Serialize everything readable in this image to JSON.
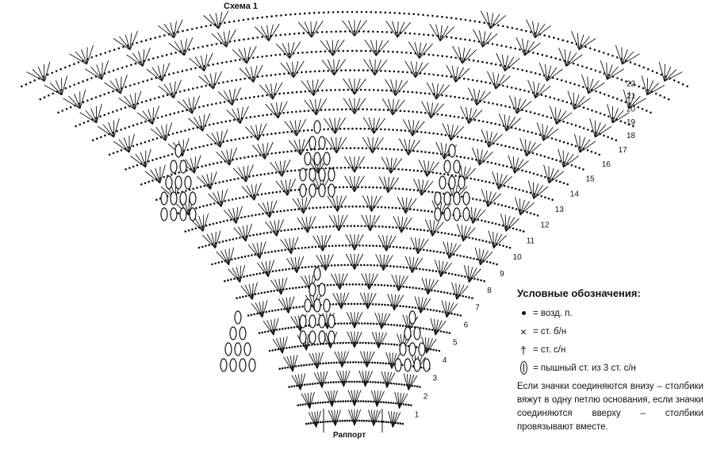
{
  "diagram": {
    "title": "Схема 1",
    "rapport_label": "Раппорт",
    "row_numbers": [
      "1",
      "2",
      "3",
      "4",
      "5",
      "6",
      "7",
      "8",
      "9",
      "10",
      "11",
      "12",
      "13",
      "14",
      "15",
      "16",
      "17",
      "18",
      "19",
      "20",
      "21",
      "22"
    ]
  },
  "legend": {
    "title": "Условные обозначения:",
    "items": [
      {
        "icon": "dot-icon",
        "label": "= возд. п."
      },
      {
        "icon": "cross-icon",
        "label": "= ст. б/н"
      },
      {
        "icon": "dagger-icon",
        "label": "= ст. с/н"
      },
      {
        "icon": "oval-icon",
        "label": "= пышный ст. из 3 ст. с/н"
      }
    ],
    "note": "Если значки соединяются внизу – столбики вяжут в одну петлю основания, если значки соединяются вверху – столбики провязывают вместе."
  }
}
